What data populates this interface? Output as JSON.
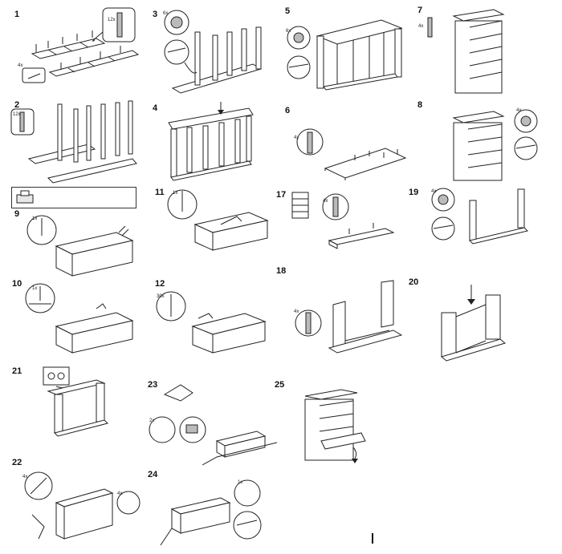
{
  "steps": {
    "s1": {
      "number": "1",
      "count": "12x",
      "count2": "4x"
    },
    "s2": {
      "number": "2",
      "count": "12x"
    },
    "s3": {
      "number": "3",
      "count": "6x"
    },
    "s4": {
      "number": "4"
    },
    "s5": {
      "number": "5",
      "count": "6x"
    },
    "s6": {
      "number": "6",
      "count": "4x"
    },
    "s7": {
      "number": "7",
      "count": "4x"
    },
    "s8": {
      "number": "8",
      "count": "4x"
    },
    "s9": {
      "number": "9",
      "count": "1x"
    },
    "s10": {
      "number": "10",
      "count": "1x"
    },
    "s11": {
      "number": "11",
      "count": "1x"
    },
    "s12": {
      "number": "12",
      "count": "30x"
    },
    "s17": {
      "number": "17",
      "count": "4x"
    },
    "s18": {
      "number": "18",
      "count": "4x"
    },
    "s19": {
      "number": "19",
      "count": "4x"
    },
    "s20": {
      "number": "20"
    },
    "s21": {
      "number": "21"
    },
    "s22": {
      "number": "22",
      "count": "4x",
      "count2": "4x"
    },
    "s23": {
      "number": "23",
      "count": "2x"
    },
    "s24": {
      "number": "24",
      "count": "1x"
    },
    "s25": {
      "number": "25"
    }
  },
  "icons": {
    "dowel": "dowel-icon",
    "screw": "screw-icon",
    "cam_lock": "cam-lock-icon",
    "nail": "nail-icon",
    "hammer": "hammer-icon",
    "screwdriver": "screwdriver-icon",
    "drawer_runner": "drawer-runner-icon"
  },
  "colors": {
    "line": "#222222",
    "background": "#ffffff",
    "shade": "#bbbbbb"
  }
}
